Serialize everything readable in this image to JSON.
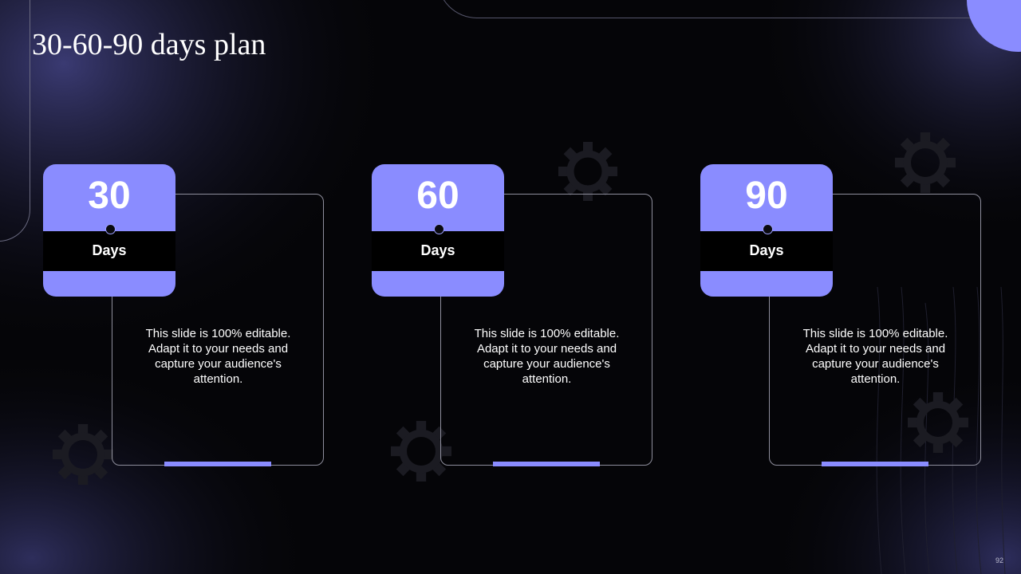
{
  "slide": {
    "title": "30-60-90 days plan",
    "page_number": "92",
    "accent_color": "#8a8cff",
    "background_color": "#050508"
  },
  "cards": [
    {
      "number": "30",
      "label": "Days",
      "description": "This slide is 100% editable. Adapt it to your needs and capture your audience's attention."
    },
    {
      "number": "60",
      "label": "Days",
      "description": "This slide is 100% editable. Adapt it to your needs and capture your audience's attention."
    },
    {
      "number": "90",
      "label": "Days",
      "description": "This slide is 100% editable. Adapt it to your needs and capture your audience's attention."
    }
  ],
  "decorations": {
    "icons": [
      "gear-icon"
    ]
  }
}
